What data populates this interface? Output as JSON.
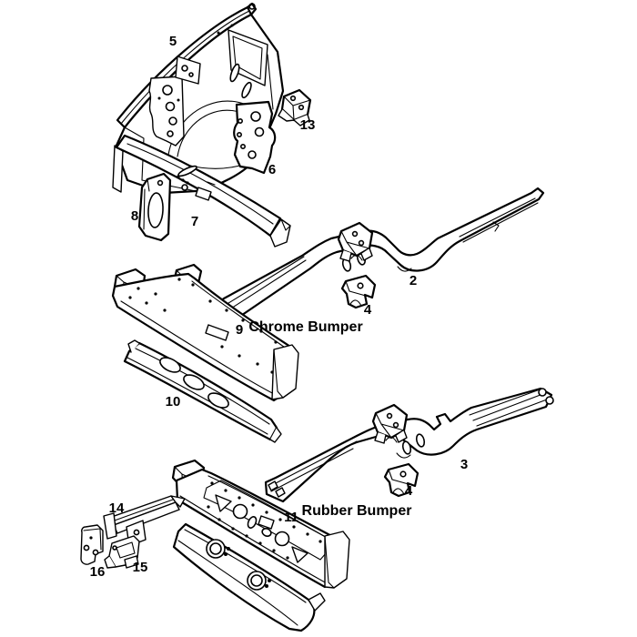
{
  "colors": {
    "background": "#ffffff",
    "ink": "#000000"
  },
  "captions": {
    "chrome": "Chrome Bumper",
    "rubber": "Rubber Bumper"
  },
  "labels": {
    "p2": "2",
    "p3": "3",
    "p4": "4",
    "p5": "5",
    "p6": "6",
    "p7": "7",
    "p8": "8",
    "p9": "9",
    "p10": "10",
    "p11": "11",
    "p13": "13",
    "p14": "14",
    "p15": "15",
    "p16": "16"
  }
}
